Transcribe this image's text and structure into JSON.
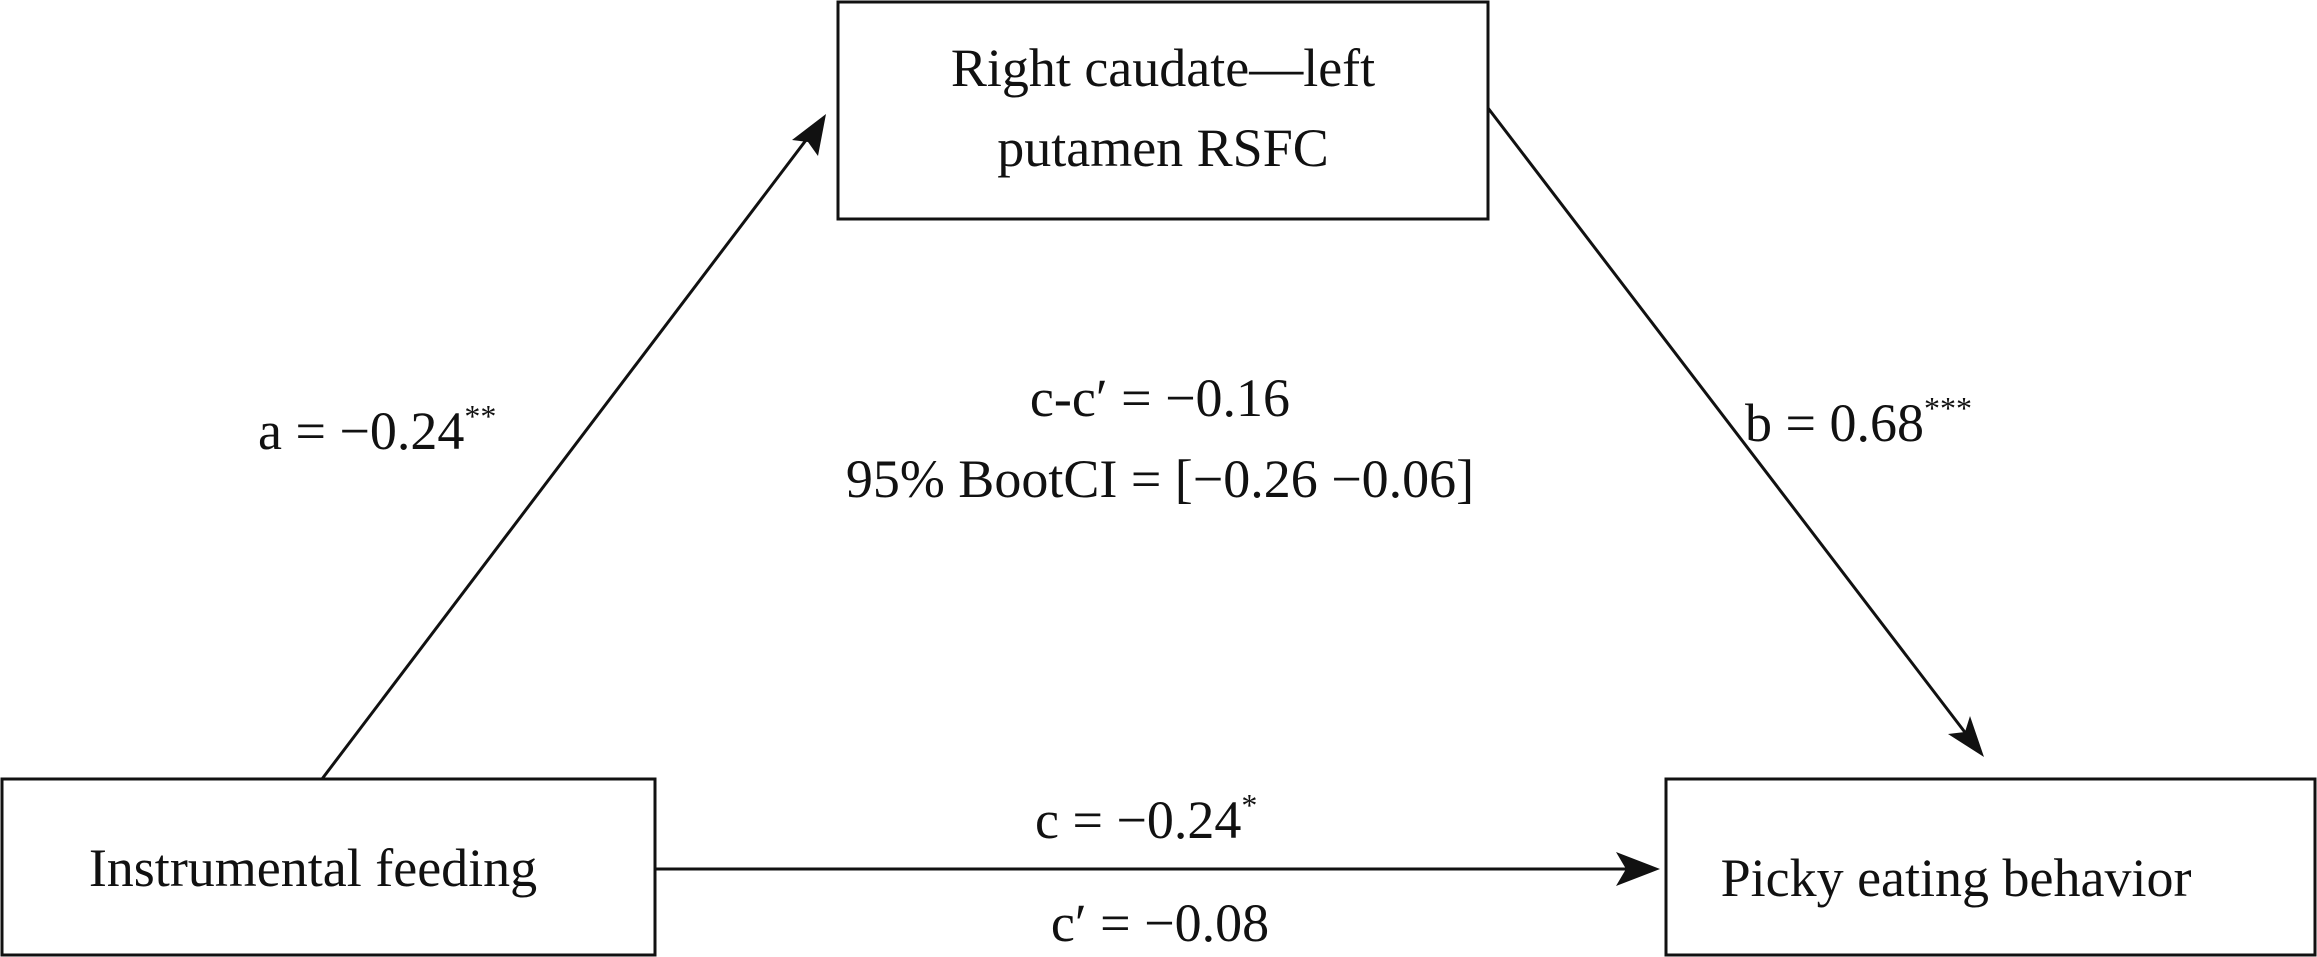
{
  "nodes": {
    "mediator": {
      "line1": "Right caudate—left",
      "line2": "putamen RSFC"
    },
    "predictor": {
      "label": "Instrumental feeding"
    },
    "outcome": {
      "label": "Picky eating behavior"
    }
  },
  "paths": {
    "a": {
      "text": "a = −0.24",
      "sig": "**"
    },
    "b": {
      "text": "b = 0.68",
      "sig": "***"
    },
    "c": {
      "text": "c = −0.24",
      "sig": "*"
    },
    "c_prime": {
      "text": "c′ = −0.08"
    },
    "indirect": {
      "line1": "c-c′ = −0.16",
      "line2": "95% BootCI = [−0.26 −0.06]"
    }
  }
}
